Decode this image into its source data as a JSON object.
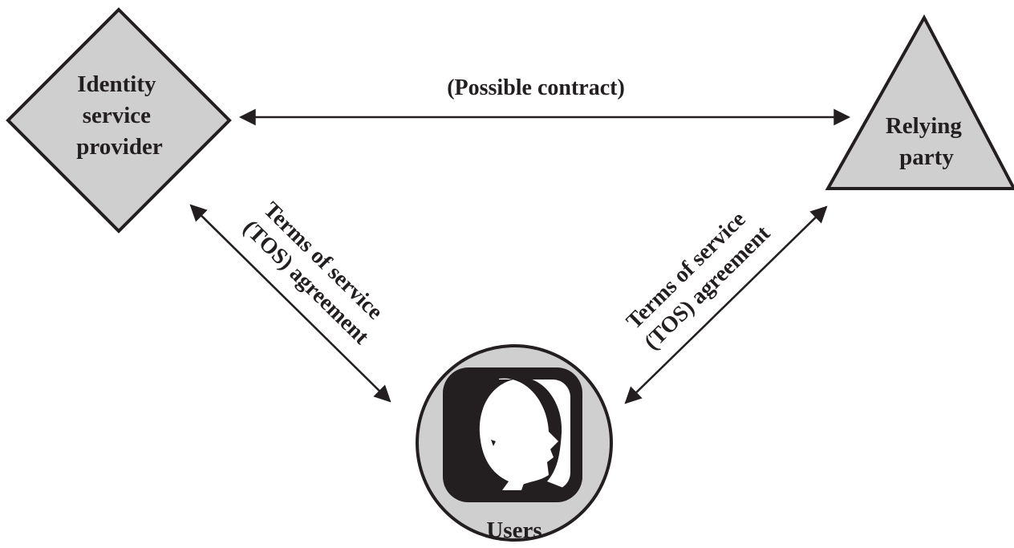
{
  "nodes": {
    "identity_provider": {
      "lines": [
        "Identity",
        "service",
        "provider"
      ]
    },
    "relying_party": {
      "lines": [
        "Relying",
        "party"
      ]
    },
    "users": {
      "label": "Users",
      "icon": "user-faces-icon"
    }
  },
  "edges": {
    "contract": {
      "label": "(Possible contract)"
    },
    "tos_left": {
      "lines": [
        "Terms of service",
        "(TOS) agreement"
      ]
    },
    "tos_right": {
      "lines": [
        "Terms of service",
        "(TOS) agreement"
      ]
    }
  },
  "colors": {
    "shape_fill": "#cfcfcf",
    "stroke": "#231f20",
    "background": "#ffffff"
  }
}
